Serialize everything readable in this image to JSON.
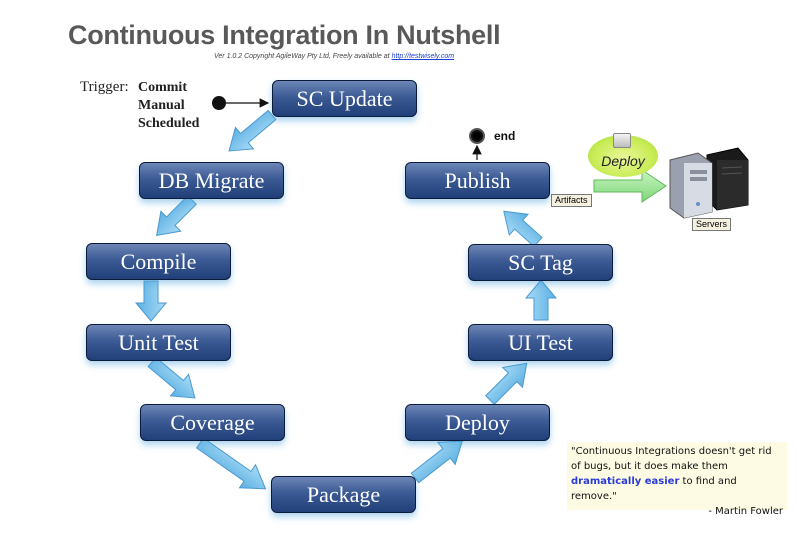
{
  "title": "Continuous Integration In Nutshell",
  "subtitle": {
    "text": "Ver 1.0.2  Copyright AgileWay Pty Ltd, Freely available at ",
    "link": "http://testwisely.com"
  },
  "trigger": {
    "label": "Trigger:",
    "items": [
      "Commit",
      "Manual",
      "Scheduled"
    ]
  },
  "steps": {
    "sc_update": "SC Update",
    "db_migrate": "DB Migrate",
    "compile": "Compile",
    "unit_test": "Unit Test",
    "coverage": "Coverage",
    "package": "Package",
    "deploy": "Deploy",
    "ui_test": "UI Test",
    "sc_tag": "SC Tag",
    "publish": "Publish"
  },
  "end_label": "end",
  "artifacts_label": "Artifacts",
  "deploy_badge": "Deploy",
  "servers_label": "Servers",
  "quote": {
    "part1": "\"Continuous Integrations doesn't get rid of bugs,  but it does make them ",
    "highlight": "dramatically easier",
    "part2": "  to find and remove.\"",
    "author": "- Martin Fowler"
  },
  "colors": {
    "box_top": "#6d86b6",
    "box_bottom": "#213f78",
    "arrow_fill": "#7ec3ec",
    "deploy_badge": "#c8ec55",
    "quote_bg": "#fdfbe3",
    "highlight": "#2a3ad6"
  }
}
